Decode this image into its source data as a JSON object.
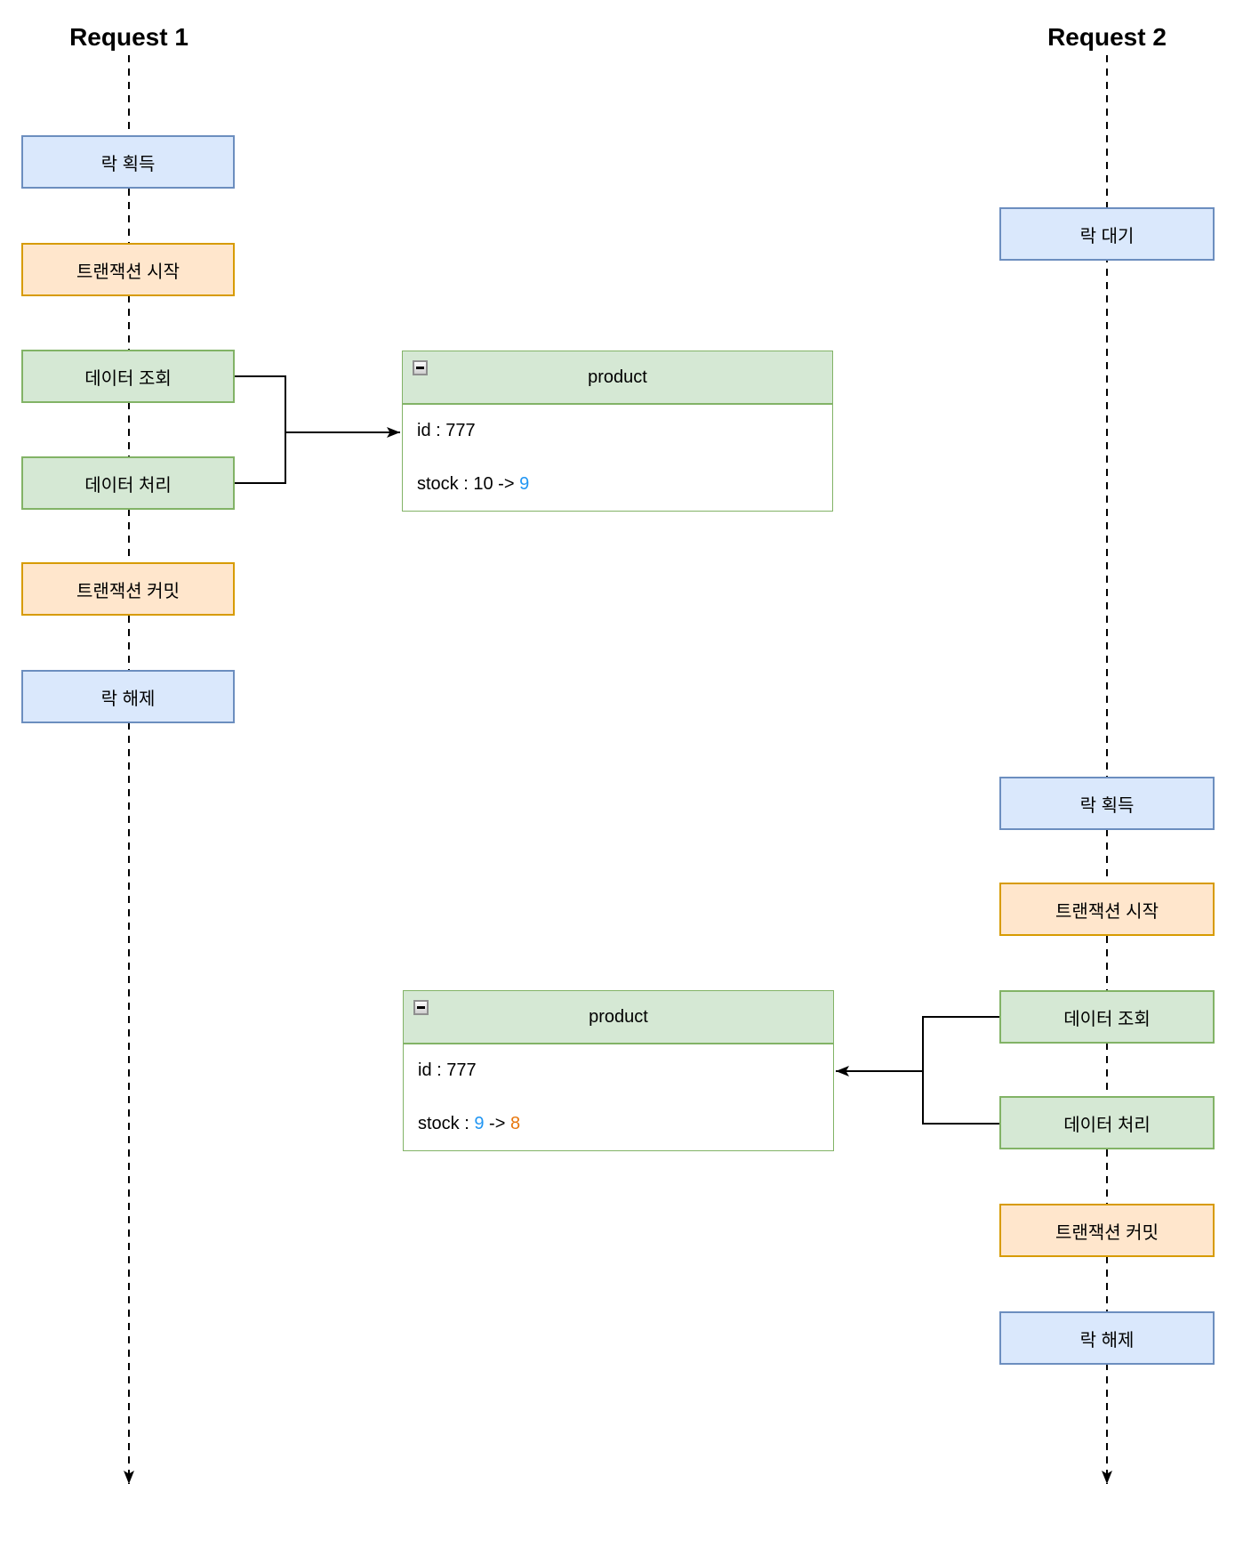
{
  "colors": {
    "lock_fill": "#dae8fc",
    "lock_border": "#6c8ebf",
    "tx_fill": "#ffe6cc",
    "tx_border": "#d79b00",
    "data_fill": "#d5e8d4",
    "data_border": "#82b366",
    "entity_header_fill": "#d5e8d4",
    "entity_border": "#82b366",
    "value_blue": "#2196f3",
    "value_orange": "#e8770d",
    "line": "#000000"
  },
  "icons": {
    "collapse": "minus-icon",
    "lifeline_end": "arrow-down-icon",
    "connector_end": "arrow-icon"
  },
  "request1": {
    "title": "Request 1",
    "steps": {
      "lock_acquire": "락 획득",
      "tx_begin": "트랜잭션 시작",
      "data_select": "데이터 조회",
      "data_process": "데이터 처리",
      "tx_commit": "트랜잭션 커밋",
      "lock_release": "락 해제"
    }
  },
  "request2": {
    "title": "Request 2",
    "steps": {
      "lock_wait": "락 대기",
      "lock_acquire": "락 획득",
      "tx_begin": "트랜잭션 시작",
      "data_select": "데이터 조회",
      "data_process": "데이터 처리",
      "tx_commit": "트랜잭션 커밋",
      "lock_release": "락 해제"
    }
  },
  "entity1": {
    "title": "product",
    "row_id": "id : 777",
    "stock_prefix": "stock : 10 -> ",
    "stock_new": "9"
  },
  "entity2": {
    "title": "product",
    "row_id": "id : 777",
    "stock_prefix": "stock : ",
    "stock_old": "9",
    "stock_arrow": " -> ",
    "stock_new": "8"
  }
}
